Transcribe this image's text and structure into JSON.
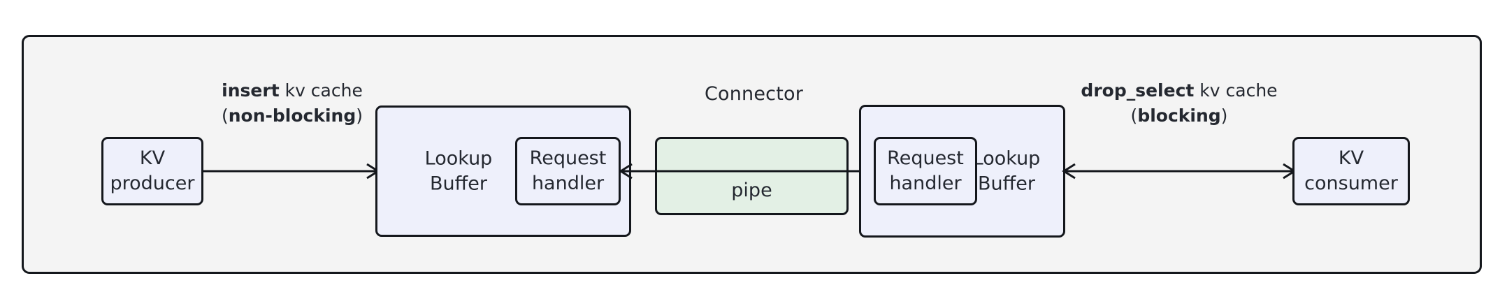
{
  "diagram": {
    "title": "Connector",
    "colors": {
      "container_fill": "#f4f4f4",
      "node_fill_blue": "#eef0fb",
      "node_fill_green": "#e3f0e5",
      "stroke": "#14171c",
      "text": "#242830"
    }
  },
  "nodes": {
    "kv_producer": {
      "label": "KV\nproducer"
    },
    "lookup_buffer_left": {
      "label": "Lookup\nBuffer"
    },
    "request_handler_left": {
      "label": "Request\nhandler"
    },
    "pipe": {
      "label": "pipe"
    },
    "request_handler_right": {
      "label": "Request\nhandler"
    },
    "lookup_buffer_right": {
      "label": "Lookup\nBuffer"
    },
    "kv_consumer": {
      "label": "KV\nconsumer"
    }
  },
  "edges": {
    "insert": {
      "op": "insert",
      "rest": " kv cache",
      "mode_open": "(",
      "mode": "non-blocking",
      "mode_close": ")",
      "direction": "forward"
    },
    "pipe_link": {
      "direction": "bidirectional"
    },
    "drop_select": {
      "op": "drop_select",
      "rest": " kv cache",
      "mode_open": "(",
      "mode": "blocking",
      "mode_close": ")",
      "direction": "bidirectional"
    }
  }
}
